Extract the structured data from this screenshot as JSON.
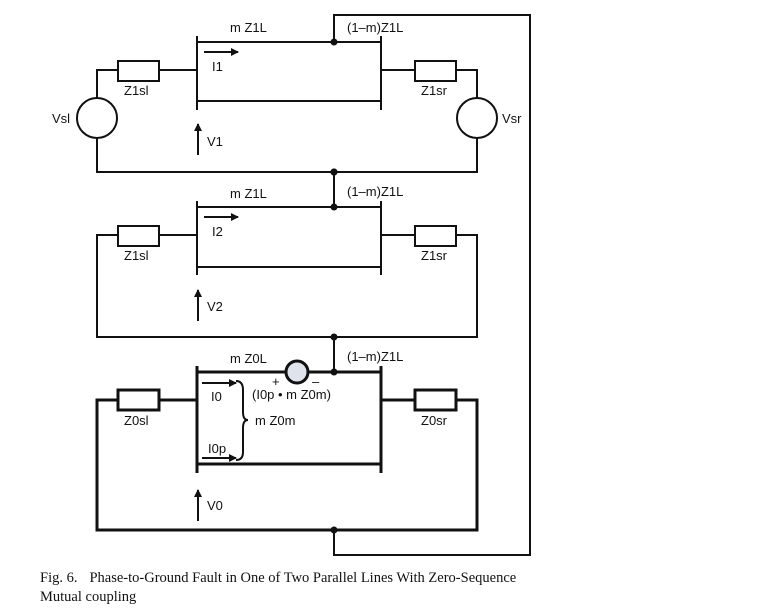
{
  "diagram": {
    "title": "Phase-to-Ground Fault in One of Two Parallel Lines With Zero-Sequence Mutual coupling",
    "positive_sequence": {
      "source_left": "Vsl",
      "source_right": "Vsr",
      "source_impedance_left": "Z1sl",
      "source_impedance_right": "Z1sr",
      "line_left_segment": "m Z1L",
      "line_right_segment": "(1–m)Z1L",
      "current": "I1",
      "voltage": "V1"
    },
    "negative_sequence": {
      "source_impedance_left": "Z1sl",
      "source_impedance_right": "Z1sr",
      "line_left_segment": "m Z1L",
      "line_right_segment": "(1–m)Z1L",
      "current": "I2",
      "voltage": "V2"
    },
    "zero_sequence": {
      "source_impedance_left": "Z0sl",
      "source_impedance_right": "Z0sr",
      "line_left_segment": "m Z0L",
      "line_right_segment": "(1–m)Z1L",
      "current": "I0",
      "parallel_current": "I0p",
      "mutual_impedance": "m Z0m",
      "coupled_source": "(I0p • m Z0m)",
      "plus_sign": "+",
      "minus_sign": "–",
      "voltage": "V0"
    }
  },
  "caption": {
    "figure_number": "Fig. 6.",
    "text": "Phase-to-Ground Fault in One of Two Parallel Lines With Zero-Sequence Mutual coupling"
  },
  "colors": {
    "line": "#111111",
    "source_fill_zero_seq": "#dfe3ec"
  }
}
